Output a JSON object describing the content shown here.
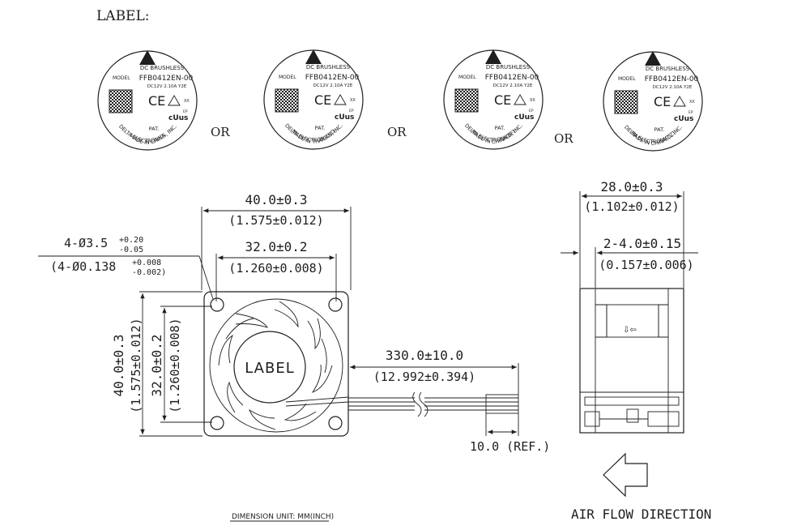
{
  "header": {
    "title": "LABEL:"
  },
  "labels": [
    {
      "line1": "DC  BRUSHLESS",
      "model_prefix": "MODEL",
      "model": "FFB0412EN-00",
      "rating": "DC12V  2.10A  Y2E",
      "pat": "PAT.",
      "company": "DELTA  ELECTRONICS, INC.",
      "origin": "MADE  IN  CHINA",
      "ce": "CE",
      "xx": "XX",
      "ep": "EP"
    },
    {
      "line1": "DC  BRUSHLESS",
      "model_prefix": "MODEL",
      "model": "FFB0412EN-00",
      "rating": "DC12V  2.10A  Y2E",
      "pat": "PAT.",
      "company": "DELTA  ELECTRONICS, INC.",
      "origin": "MADE  IN  THAILAND",
      "ce": "CE",
      "xx": "XX",
      "ep": "EP"
    },
    {
      "line1": "DC  BRUSHLESS",
      "model_prefix": "MODEL",
      "model": "FFB0412EN-00",
      "rating": "DC12V  2.10A  Y2E",
      "pat": "PAT.",
      "company": "DELTA  ELECTRONICS, INC.",
      "origin": "MADE  IN  CHINA(BF)",
      "ce": "CE",
      "xx": "XX",
      "ep": "EP"
    },
    {
      "line1": "DC  BRUSHLESS",
      "model_prefix": "MODEL",
      "model": "FFB0412EN-00",
      "rating": "DC12V  2.10A  Y2E",
      "pat": "PAT.",
      "company": "DELTA  ELECTRONICS, INC.",
      "origin": "MADE  IN  CHINA(CZ)",
      "ce": "CE",
      "xx": "XX",
      "ep": "EP"
    }
  ],
  "or_text": "OR",
  "front_view": {
    "overall_width_mm": "40.0±0.3",
    "overall_width_in": "(1.575±0.012)",
    "hole_pitch_mm": "32.0±0.2",
    "hole_pitch_in": "(1.260±0.008)",
    "hole_dia_mm": "4-Ø3.5",
    "hole_tol_mm_upper": "+0.20",
    "hole_tol_mm_lower": "-0.05",
    "hole_dia_in": "(4-Ø0.138",
    "hole_tol_in_upper": "+0.008",
    "hole_tol_in_lower": "-0.002)",
    "overall_height_mm": "40.0±0.3",
    "overall_height_in": "(1.575±0.012)",
    "hole_pitch_v_mm": "32.0±0.2",
    "hole_pitch_v_in": "(1.260±0.008)",
    "hub_label": "LABEL",
    "lead_length_mm": "330.0±10.0",
    "lead_length_in": "(12.992±0.394)",
    "strip_length": "10.0  (REF.)"
  },
  "side_view": {
    "depth_mm": "28.0±0.3",
    "depth_in": "(1.102±0.012)",
    "flange_mm": "2-4.0±0.15",
    "flange_in": "(0.157±0.006)"
  },
  "footer": {
    "dimension_unit": "DIMENSION  UNIT: MM(INCH)",
    "airflow": "AIR  FLOW  DIRECTION"
  }
}
